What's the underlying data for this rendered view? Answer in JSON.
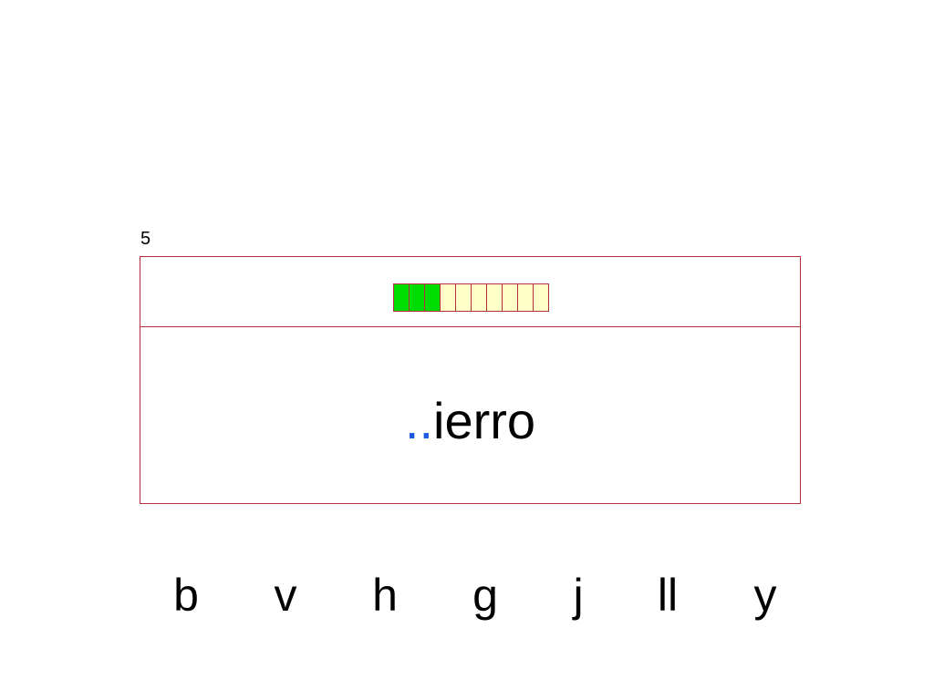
{
  "question_number": "5",
  "progress": {
    "total": 10,
    "completed": 3,
    "colors": {
      "done": "#00dd00",
      "todo": "#ffffc8",
      "border": "#b0303c"
    }
  },
  "word": {
    "blank": "..",
    "rest": "ierro"
  },
  "options": [
    "b",
    "v",
    "h",
    "g",
    "j",
    "ll",
    "y"
  ]
}
